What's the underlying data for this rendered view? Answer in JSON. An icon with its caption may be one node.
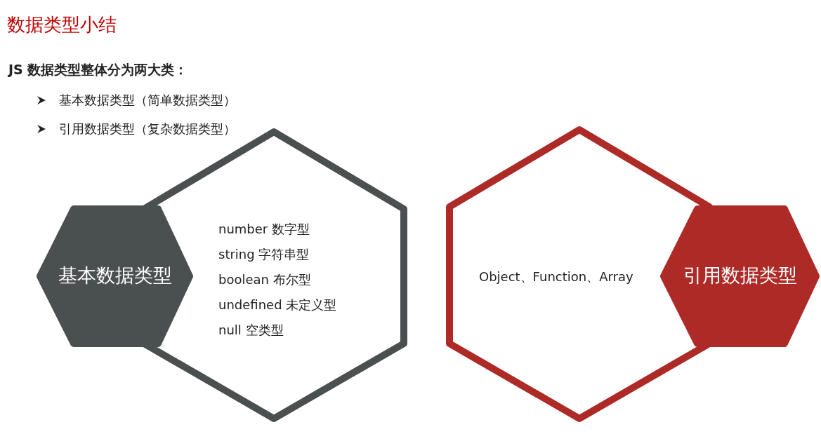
{
  "diagram": {
    "title": "数据类型小结",
    "nodes": [
      {
        "text": [
          "基本数据类型"
        ]
      },
      {
        "text": [
          "number 数字型",
          "string 字符串型",
          "boolean  布尔型",
          "undefined 未定义型",
          "null  空类型"
        ]
      },
      {
        "text": [
          "Object、Function、Array"
        ]
      },
      {
        "text": [
          "引用数据类型"
        ]
      }
    ],
    "labels": [
      "JS 数据类型整体分为两大类：",
      "基本数据类型（简单数据类型）",
      "引用数据类型（复杂数据类型）"
    ]
  }
}
